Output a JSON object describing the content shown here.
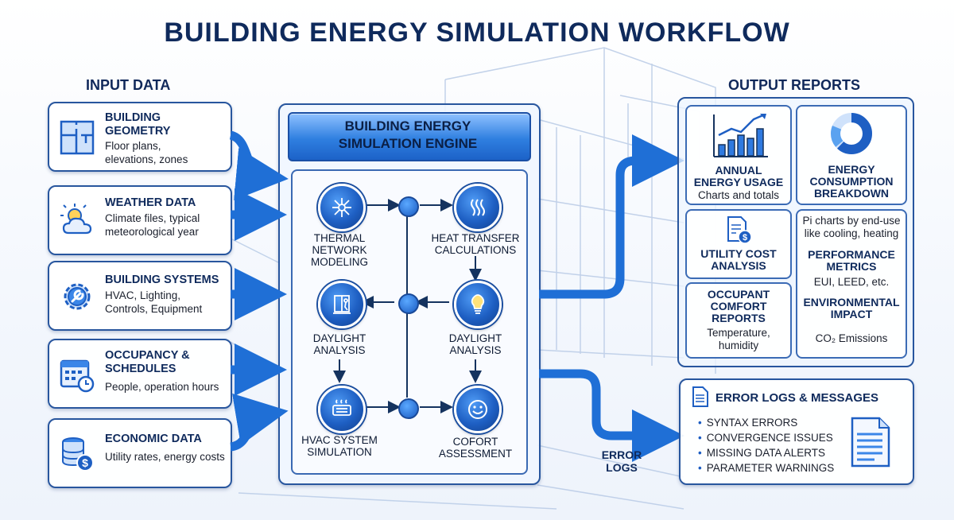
{
  "title": "BUILDING ENERGY SIMULATION WORKFLOW",
  "input_section": {
    "heading": "INPUT DATA",
    "items": [
      {
        "title_lines": [
          "BUILDING",
          "GEOMETRY"
        ],
        "desc_lines": [
          "Floor plans,",
          "elevations, zones"
        ],
        "icon": "floor-plan-icon"
      },
      {
        "title_lines": [
          "WEATHER DATA"
        ],
        "desc_lines": [
          "Climate files, typical",
          "meteorological year"
        ],
        "icon": "weather-icon"
      },
      {
        "title_lines": [
          "BUILDING SYSTEMS"
        ],
        "desc_lines": [
          "HVAC, Lighting,",
          "Controls, Equipment"
        ],
        "icon": "gear-wrench-icon"
      },
      {
        "title_lines": [
          "OCCUPANCY &",
          "SCHEDULES"
        ],
        "desc_lines": [
          "People, operation hours"
        ],
        "icon": "calendar-clock-icon"
      },
      {
        "title_lines": [
          "ECONOMIC DATA"
        ],
        "desc_lines": [
          "Utility rates, energy costs"
        ],
        "icon": "database-dollar-icon"
      }
    ]
  },
  "engine": {
    "title_lines": [
      "BUILDING ENERGY",
      "SIMULATION ENGINE"
    ],
    "nodes": [
      {
        "label_lines": [
          "THERMAL",
          "NETWORK",
          "MODELING"
        ],
        "icon": "network-icon"
      },
      {
        "label_lines": [
          "HEAT TRANSFER",
          "CALCULATIONS"
        ],
        "icon": "heat-waves-icon"
      },
      {
        "label_lines": [
          "DAYLIGHT",
          "ANALYSIS"
        ],
        "icon": "window-person-icon"
      },
      {
        "label_lines": [
          "DAYLIGHT",
          "ANALYSIS"
        ],
        "icon": "light-bulb-icon"
      },
      {
        "label_lines": [
          "HVAC SYSTEM",
          "SIMULATION"
        ],
        "icon": "hvac-unit-icon"
      },
      {
        "label_lines": [
          "COFORT",
          "ASSESSMENT"
        ],
        "icon": "smiley-icon"
      }
    ]
  },
  "output_section": {
    "heading": "OUTPUT REPORTS",
    "cards": [
      {
        "title_lines": [
          "ANNUAL",
          "ENERGY USAGE"
        ],
        "desc_lines": [
          "Charts and totals"
        ],
        "icon": "bar-chart-icon"
      },
      {
        "title_lines": [
          "ENERGY",
          "CONSUMPTION",
          "BREAKDOWN"
        ],
        "desc_lines": [],
        "icon": "donut-chart-icon"
      },
      {
        "title_lines": [
          "UTILITY COST",
          "ANALYSIS"
        ],
        "desc_lines": [],
        "icon": "cost-document-icon"
      },
      {
        "title_lines": [
          "OCCUPANT",
          "COMFORT",
          "REPORTS"
        ],
        "desc_lines": [
          "Temperature,",
          "humidity"
        ]
      },
      {
        "pie_desc_lines": [
          "Pi charts by end-use",
          "like cooling, heating"
        ],
        "perf_title": "PERFORMANCE",
        "perf_title2": "METRICS",
        "perf_desc": "EUI, LEED, etc.",
        "env_title": "ENVIRONMENTAL",
        "env_title2": "IMPACT",
        "env_desc": "CO₂ Emissions"
      }
    ]
  },
  "errors": {
    "title": "ERROR LOGS & MESSAGES",
    "items": [
      "SYNTAX ERRORS",
      "CONVERGENCE ISSUES",
      "MISSING DATA ALERTS",
      "PARAMETER WARNINGS"
    ],
    "flow_label_lines": [
      "ERROR",
      "LOGS"
    ]
  },
  "colors": {
    "accent": "#1e63c8",
    "border": "#28569e",
    "title": "#0f2a5c",
    "arrow": "#1f6fd6"
  }
}
